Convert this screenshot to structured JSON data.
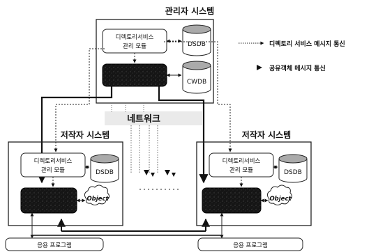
{
  "manager": {
    "title": "관리자 시스템",
    "dir_module_line1": "디렉토리서비스",
    "dir_module_line2": "관리 모듈",
    "db1": "DSDB",
    "db2": "CWDB"
  },
  "network": {
    "label": "네트워크"
  },
  "legend": {
    "dir_msg": "디렉토리 서비스 메시지 통신",
    "obj_msg": "공유객체 메시지 통신"
  },
  "author_left": {
    "title": "저작자 시스템",
    "dir_module_line1": "디렉토리서비스",
    "dir_module_line2": "관리 모듈",
    "db": "DSDB",
    "object_label": "Object",
    "app": "응용 프로그램"
  },
  "author_right": {
    "title": "저작자 시스템",
    "dir_module_line1": "디렉토리서비스",
    "dir_module_line2": "관리 모듈",
    "db": "DSDB",
    "object_label": "Object",
    "app": "응용 프로그램"
  },
  "colors": {
    "dark_module": "#111111",
    "line": "#111111",
    "box_border": "#222222"
  }
}
